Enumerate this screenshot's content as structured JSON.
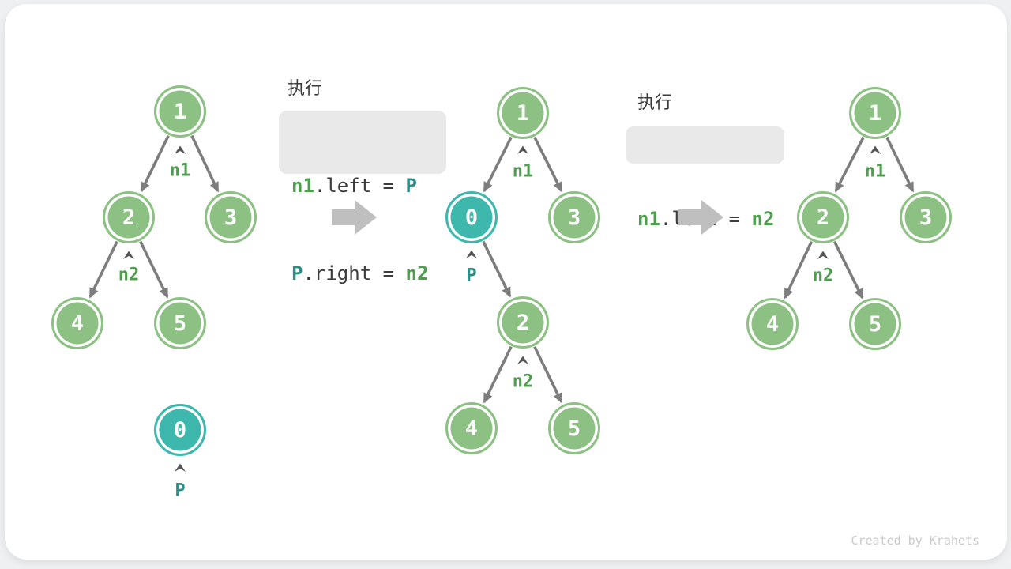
{
  "diagram": {
    "watermark": "Created by Krahets"
  },
  "colors": {
    "node_green": "#8DC184",
    "node_teal": "#3EB8AC",
    "pointer_green": "#4F9E4F",
    "pointer_teal": "#2B8F87",
    "edge_gray": "#7D7D7D",
    "code_box_bg": "#E9E9E9",
    "code_text": "#3C3C3C",
    "block_arrow_gray": "#BFBFBF",
    "card_bg": "#FFFFFF"
  },
  "steps": [
    {
      "title": "执行",
      "lines": [
        {
          "segments": [
            {
              "text": "n1",
              "style": "green"
            },
            {
              "text": ".left = ",
              "style": "plain"
            },
            {
              "text": "P",
              "style": "teal"
            }
          ]
        },
        {
          "segments": [
            {
              "text": "P",
              "style": "teal"
            },
            {
              "text": ".right = ",
              "style": "plain"
            },
            {
              "text": "n2",
              "style": "green"
            }
          ]
        }
      ]
    },
    {
      "title": "执行",
      "lines": [
        {
          "segments": [
            {
              "text": "n1",
              "style": "green"
            },
            {
              "text": ".left = ",
              "style": "plain"
            },
            {
              "text": "n2",
              "style": "green"
            }
          ]
        }
      ]
    }
  ],
  "trees": [
    {
      "nodes": [
        {
          "value": "1",
          "variant": "green"
        },
        {
          "value": "2",
          "variant": "green"
        },
        {
          "value": "3",
          "variant": "green"
        },
        {
          "value": "4",
          "variant": "green"
        },
        {
          "value": "5",
          "variant": "green"
        },
        {
          "value": "0",
          "variant": "teal"
        }
      ],
      "pointers": [
        {
          "label": "n1",
          "variant": "green"
        },
        {
          "label": "n2",
          "variant": "green"
        },
        {
          "label": "P",
          "variant": "teal"
        }
      ]
    },
    {
      "nodes": [
        {
          "value": "1",
          "variant": "green"
        },
        {
          "value": "0",
          "variant": "teal"
        },
        {
          "value": "3",
          "variant": "green"
        },
        {
          "value": "2",
          "variant": "green"
        },
        {
          "value": "4",
          "variant": "green"
        },
        {
          "value": "5",
          "variant": "green"
        }
      ],
      "pointers": [
        {
          "label": "n1",
          "variant": "green"
        },
        {
          "label": "P",
          "variant": "teal"
        },
        {
          "label": "n2",
          "variant": "green"
        }
      ]
    },
    {
      "nodes": [
        {
          "value": "1",
          "variant": "green"
        },
        {
          "value": "2",
          "variant": "green"
        },
        {
          "value": "3",
          "variant": "green"
        },
        {
          "value": "4",
          "variant": "green"
        },
        {
          "value": "5",
          "variant": "green"
        }
      ],
      "pointers": [
        {
          "label": "n1",
          "variant": "green"
        },
        {
          "label": "n2",
          "variant": "green"
        }
      ]
    }
  ]
}
